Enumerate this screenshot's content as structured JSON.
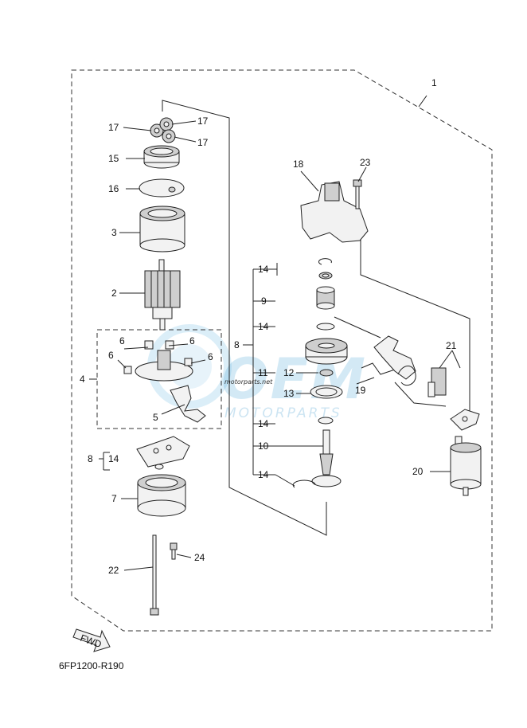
{
  "diagram": {
    "drawing_code": "6FP1200-R190",
    "fwd_label": "FWD",
    "callouts": {
      "c1": "1",
      "c2": "2",
      "c3": "3",
      "c4": "4",
      "c5": "5",
      "c6a": "6",
      "c6b": "6",
      "c6c": "6",
      "c6d": "6",
      "c7": "7",
      "c8a": "8",
      "c8b": "8",
      "c9": "9",
      "c10": "10",
      "c11": "11",
      "c12": "12",
      "c13": "13",
      "c14a": "14",
      "c14b": "14",
      "c14c": "14",
      "c14d": "14",
      "c14e": "14",
      "c15": "15",
      "c16": "16",
      "c17a": "17",
      "c17b": "17",
      "c17c": "17",
      "c18": "18",
      "c19": "19",
      "c20": "20",
      "c21": "21",
      "c22": "22",
      "c23": "23",
      "c24": "24"
    }
  },
  "watermark": {
    "brand": "OEM",
    "sub": "MOTORPARTS",
    "tag": "motorparts.net"
  },
  "colors": {
    "watermark": "#3aa0d6",
    "ink": "#222222"
  }
}
